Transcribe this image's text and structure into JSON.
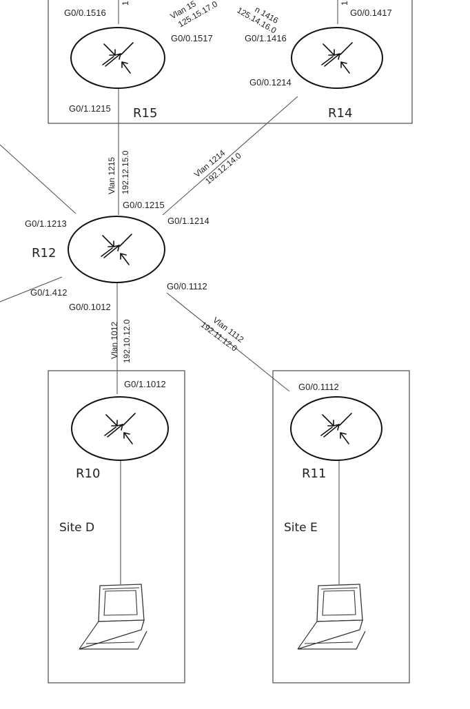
{
  "routers": {
    "r15": {
      "name": "R15"
    },
    "r14": {
      "name": "R14"
    },
    "r12": {
      "name": "R12"
    },
    "r10": {
      "name": "R10"
    },
    "r11": {
      "name": "R11"
    }
  },
  "sites": {
    "d": {
      "name": "Site D"
    },
    "e": {
      "name": "Site E"
    }
  },
  "interfaces": {
    "r15_g0_1516": "G0/0.1516",
    "r15_g0_1517": "G0/0.1517",
    "r15_g1_1215": "G0/1.1215",
    "r14_g0_1417": "G0/0.1417",
    "r14_g1_1416": "G0/1.1416",
    "r14_g0_1214": "G0/0.1214",
    "r12_g0_1215": "G0/0.1215",
    "r12_g1_1214": "G0/1.1214",
    "r12_g1_1213": "G0/1.1213",
    "r12_g1_412": "G0/1.412",
    "r12_g0_1012": "G0/0.1012",
    "r12_g0_1112": "G0/0.1112",
    "r10_g1_1012": "G0/1.1012",
    "r11_g0_1112": "G0/0.1112"
  },
  "links": {
    "vlan1517": {
      "vlan": "Vlan 15",
      "subnet": "125.15.17.0"
    },
    "vlan1416": {
      "vlan": "n 1416",
      "subnet": "125.14.16.0"
    },
    "vlan1215": {
      "vlan": "Vlan 1215",
      "subnet": "192.12.15.0"
    },
    "vlan1214": {
      "vlan": "Vlan 1214",
      "subnet": "192.12.14.0"
    },
    "vlan1012": {
      "vlan": "Vlan 1012",
      "subnet": "192.10.12.0"
    },
    "vlan1112": {
      "vlan": "Vlan 1112",
      "subnet": "192.11.12.0"
    },
    "edge_left": {
      "text": "1"
    },
    "edge_right": {
      "text": "1"
    }
  }
}
